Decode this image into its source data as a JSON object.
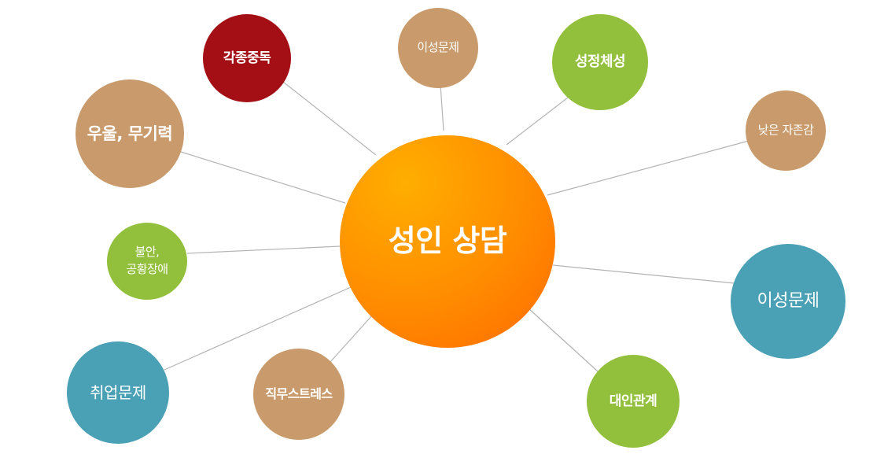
{
  "center": {
    "label": "성인 상담",
    "color": "#ff8c00"
  },
  "topics": [
    {
      "key": "addiction",
      "label": "각종중독",
      "color": "#a30f14"
    },
    {
      "key": "sex-top",
      "label": "이성문제",
      "color": "#c89a6c"
    },
    {
      "key": "identity",
      "label": "성정체성",
      "color": "#92bf3c"
    },
    {
      "key": "esteem",
      "label": "낮은 자존감",
      "color": "#c89a6c"
    },
    {
      "key": "depression",
      "label": "우울, 무기력",
      "color": "#c89a6c"
    },
    {
      "key": "anxiety",
      "label": "불안,\n공황장애",
      "color": "#92bf3c"
    },
    {
      "key": "sex-right",
      "label": "이성문제",
      "color": "#4aa0b4"
    },
    {
      "key": "career",
      "label": "취업문제",
      "color": "#4aa0b4"
    },
    {
      "key": "stress",
      "label": "직무스트레스",
      "color": "#c89a6c"
    },
    {
      "key": "relation",
      "label": "대인관계",
      "color": "#92bf3c"
    }
  ],
  "line_color": "#b4b4b4"
}
